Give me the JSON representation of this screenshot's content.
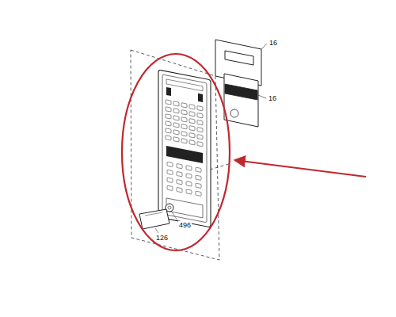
{
  "diagram": {
    "labels": [
      "16",
      "16",
      "496",
      "126"
    ]
  }
}
